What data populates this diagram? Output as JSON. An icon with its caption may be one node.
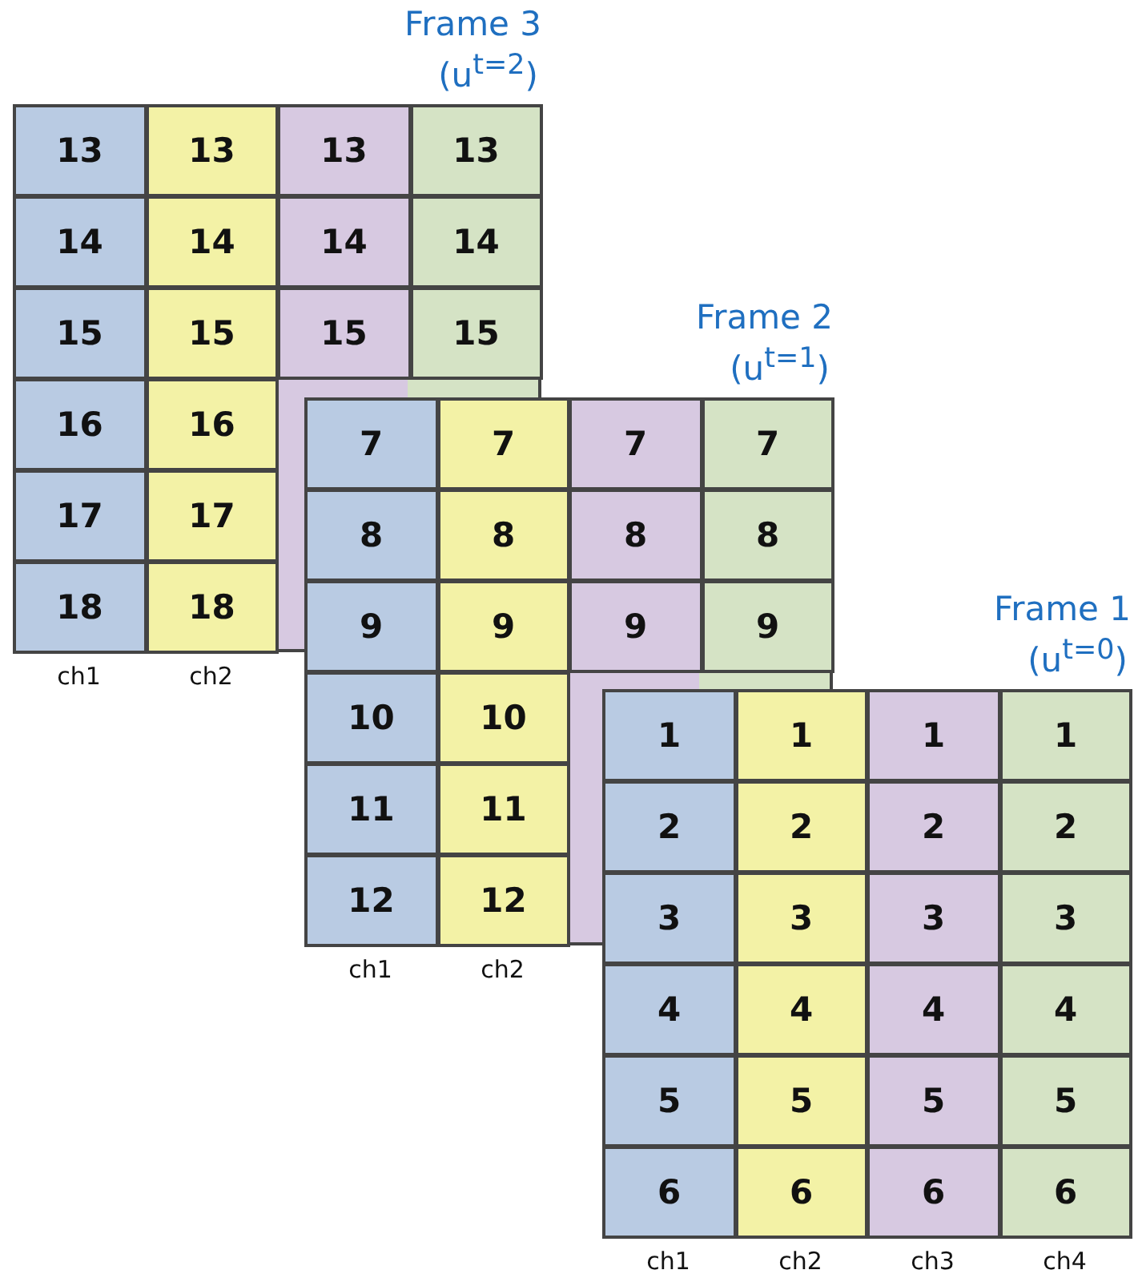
{
  "diagram": {
    "labels": [
      "Frame 3",
      "(u$^{t=2}$)",
      "13",
      "13",
      "13",
      "13",
      "14",
      "14",
      "14",
      "14",
      "15",
      "15",
      "15",
      "15",
      "16",
      "16",
      "17",
      "17",
      "18",
      "18",
      "ch1",
      "ch2",
      "Frame 2",
      "(u$^{t=1}$)",
      "7",
      "7",
      "7",
      "7",
      "8",
      "8",
      "8",
      "8",
      "9",
      "9",
      "9",
      "9",
      "10",
      "10",
      "11",
      "11",
      "12",
      "12",
      "ch1",
      "ch2",
      "Frame 1",
      "(u$^{t=0}$)",
      "1",
      "1",
      "1",
      "1",
      "2",
      "2",
      "2",
      "2",
      "3",
      "3",
      "3",
      "3",
      "4",
      "4",
      "4",
      "4",
      "5",
      "5",
      "5",
      "5",
      "6",
      "6",
      "6",
      "6",
      "ch1",
      "ch2",
      "ch3",
      "ch4"
    ]
  }
}
